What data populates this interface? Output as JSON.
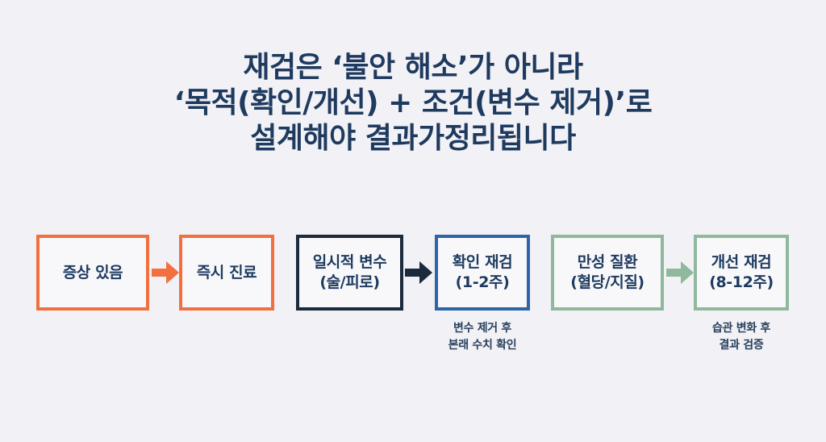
{
  "background_color": "#f2f1f5",
  "title": {
    "color": "#1e3a5f",
    "lines": [
      "재검은 ‘불안 해소’가 아니라",
      "‘목적(확인/개선) + 조건(변수 제거)’로",
      "설계해야 결과가정리됩니다"
    ]
  },
  "diagram": {
    "groups": [
      {
        "name": "symptom-group",
        "accent_color": "#f2703f",
        "arrow_color": "#f2703f",
        "from": {
          "line1": "증상 있음",
          "line2": ""
        },
        "to": {
          "line1": "즉시 진료",
          "line2": ""
        },
        "caption": {
          "line1": "",
          "line2": ""
        }
      },
      {
        "name": "temporary-variable-group",
        "accent_color": "#2d65a8",
        "from_border_color": "#1b2a3c",
        "arrow_color": "#1b2a3c",
        "from": {
          "line1": "일시적 변수",
          "line2": "(술/피로)"
        },
        "to": {
          "line1": "확인 재검",
          "line2": "(1-2주)"
        },
        "caption": {
          "line1": "변수 제거 후",
          "line2": "본래 수치 확인"
        }
      },
      {
        "name": "chronic-disease-group",
        "accent_color": "#90b89d",
        "arrow_color": "#90b89d",
        "from": {
          "line1": "만성 질환",
          "line2": "(혈당/지질)"
        },
        "to": {
          "line1": "개선 재검",
          "line2": "(8-12주)"
        },
        "caption": {
          "line1": "습관 변화 후",
          "line2": "결과 검증"
        }
      }
    ]
  }
}
